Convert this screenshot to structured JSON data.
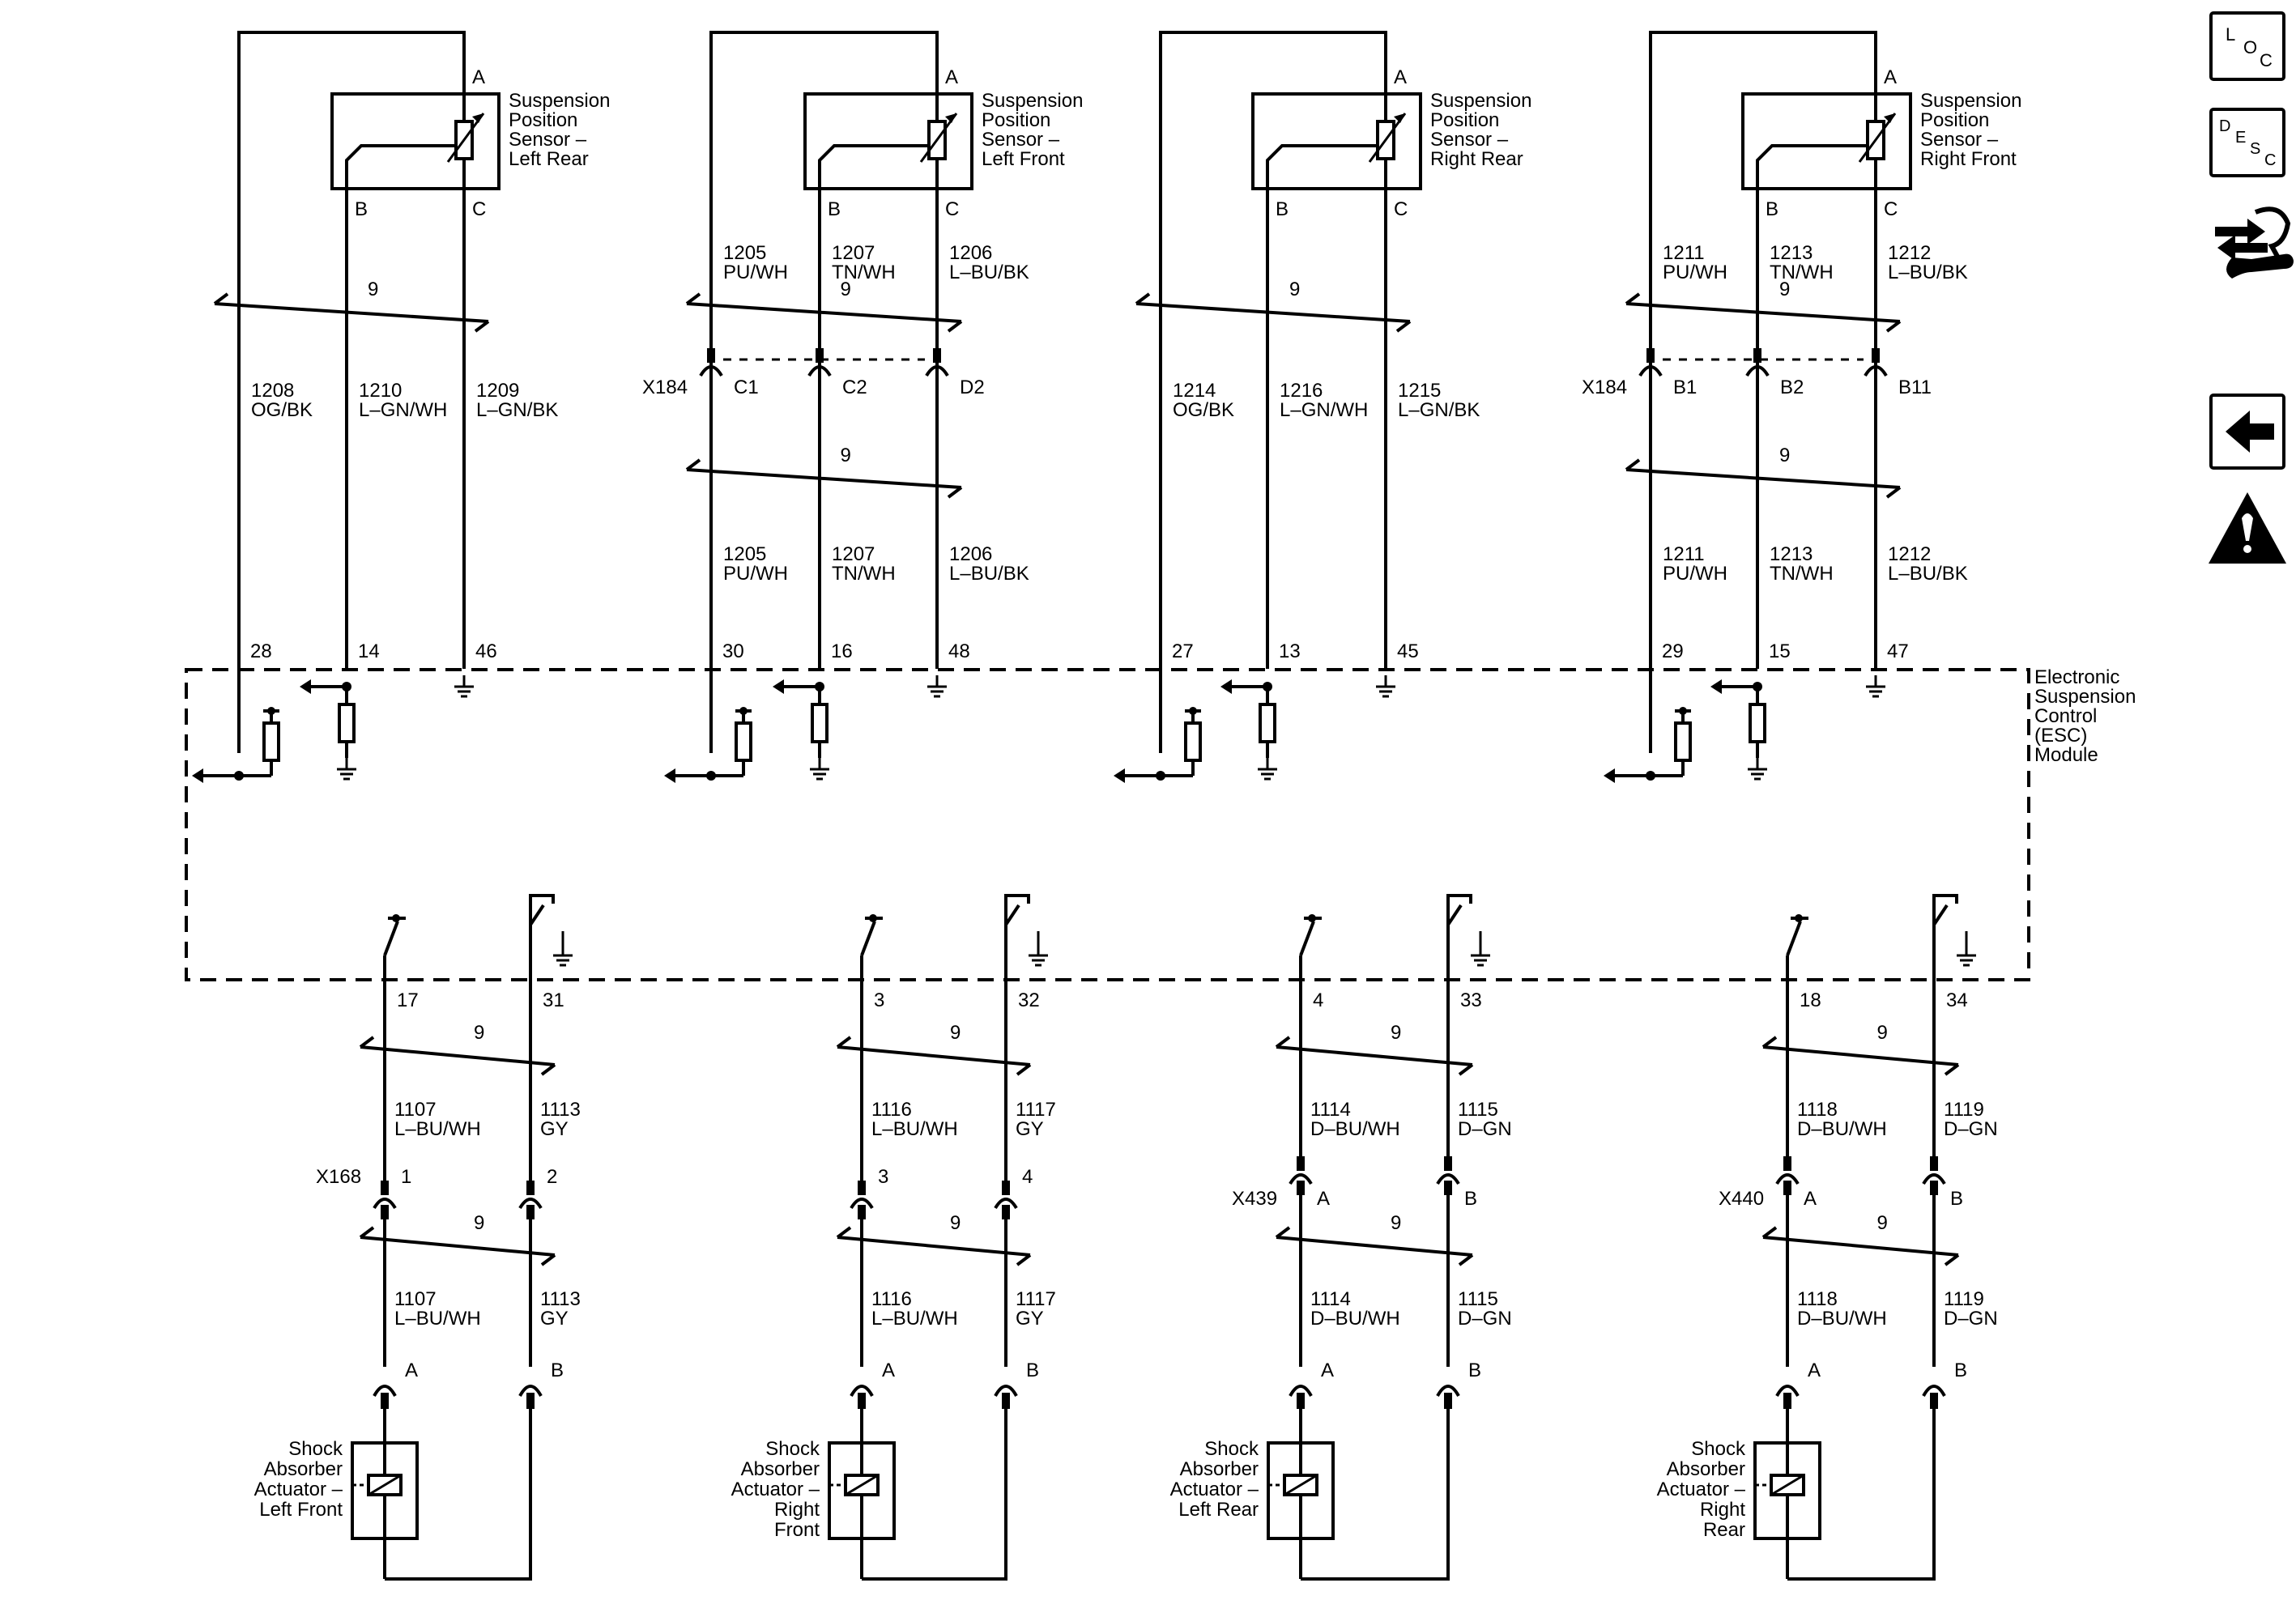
{
  "module": {
    "label": [
      "Electronic",
      "Suspension",
      "Control",
      "(ESC)",
      "Module"
    ]
  },
  "sensors": [
    {
      "name": [
        "Suspension",
        "Position",
        "Sensor –",
        "Left Rear"
      ],
      "pins": {
        "a": "A",
        "b": "B",
        "c": "C"
      },
      "bundle": "9",
      "has_connector": false,
      "wires_upper": [],
      "wires_main": [
        {
          "circuit": "1208",
          "color": "OG/BK"
        },
        {
          "circuit": "1210",
          "color": "L–GN/WH"
        },
        {
          "circuit": "1209",
          "color": "L–GN/BK"
        }
      ],
      "module_pins": [
        "28",
        "14",
        "46"
      ]
    },
    {
      "name": [
        "Suspension",
        "Position",
        "Sensor –",
        "Left Front"
      ],
      "pins": {
        "a": "A",
        "b": "B",
        "c": "C"
      },
      "bundle": "9",
      "has_connector": true,
      "connector": {
        "name": "X184",
        "pins": [
          "C1",
          "C2",
          "D2"
        ]
      },
      "wires_upper": [
        {
          "circuit": "1205",
          "color": "PU/WH"
        },
        {
          "circuit": "1207",
          "color": "TN/WH"
        },
        {
          "circuit": "1206",
          "color": "L–BU/BK"
        }
      ],
      "bundle_lower": "9",
      "wires_main": [
        {
          "circuit": "1205",
          "color": "PU/WH"
        },
        {
          "circuit": "1207",
          "color": "TN/WH"
        },
        {
          "circuit": "1206",
          "color": "L–BU/BK"
        }
      ],
      "module_pins": [
        "30",
        "16",
        "48"
      ]
    },
    {
      "name": [
        "Suspension",
        "Position",
        "Sensor –",
        "Right Rear"
      ],
      "pins": {
        "a": "A",
        "b": "B",
        "c": "C"
      },
      "bundle": "9",
      "has_connector": false,
      "wires_upper": [],
      "wires_main": [
        {
          "circuit": "1214",
          "color": "OG/BK"
        },
        {
          "circuit": "1216",
          "color": "L–GN/WH"
        },
        {
          "circuit": "1215",
          "color": "L–GN/BK"
        }
      ],
      "module_pins": [
        "27",
        "13",
        "45"
      ]
    },
    {
      "name": [
        "Suspension",
        "Position",
        "Sensor –",
        "Right Front"
      ],
      "pins": {
        "a": "A",
        "b": "B",
        "c": "C"
      },
      "bundle": "9",
      "has_connector": true,
      "connector": {
        "name": "X184",
        "pins": [
          "B1",
          "B2",
          "B11"
        ]
      },
      "wires_upper": [
        {
          "circuit": "1211",
          "color": "PU/WH"
        },
        {
          "circuit": "1213",
          "color": "TN/WH"
        },
        {
          "circuit": "1212",
          "color": "L–BU/BK"
        }
      ],
      "bundle_lower": "9",
      "wires_main": [
        {
          "circuit": "1211",
          "color": "PU/WH"
        },
        {
          "circuit": "1213",
          "color": "TN/WH"
        },
        {
          "circuit": "1212",
          "color": "L–BU/BK"
        }
      ],
      "module_pins": [
        "29",
        "15",
        "47"
      ]
    }
  ],
  "actuators": [
    {
      "name": [
        "Shock",
        "Absorber",
        "Actuator –",
        "Left Front"
      ],
      "module_pins": [
        "17",
        "31"
      ],
      "bundle_upper": "9",
      "bundle_lower": "9",
      "connector": {
        "name": "X168",
        "pins": [
          "1",
          "2"
        ],
        "show_name": true
      },
      "wires_upper": [
        {
          "circuit": "1107",
          "color": "L–BU/WH"
        },
        {
          "circuit": "1113",
          "color": "GY"
        }
      ],
      "wires_lower": [
        {
          "circuit": "1107",
          "color": "L–BU/WH"
        },
        {
          "circuit": "1113",
          "color": "GY"
        }
      ],
      "pins": [
        "A",
        "B"
      ]
    },
    {
      "name": [
        "Shock",
        "Absorber",
        "Actuator –",
        "Right",
        "Front"
      ],
      "module_pins": [
        "3",
        "32"
      ],
      "bundle_upper": "9",
      "bundle_lower": "9",
      "connector": {
        "name": "",
        "pins": [
          "3",
          "4"
        ],
        "show_name": false
      },
      "wires_upper": [
        {
          "circuit": "1116",
          "color": "L–BU/WH"
        },
        {
          "circuit": "1117",
          "color": "GY"
        }
      ],
      "wires_lower": [
        {
          "circuit": "1116",
          "color": "L–BU/WH"
        },
        {
          "circuit": "1117",
          "color": "GY"
        }
      ],
      "pins": [
        "A",
        "B"
      ]
    },
    {
      "name": [
        "Shock",
        "Absorber",
        "Actuator –",
        "Left Rear"
      ],
      "module_pins": [
        "4",
        "33"
      ],
      "bundle_upper": "9",
      "bundle_lower": "9",
      "connector": {
        "name": "X439",
        "pins": [
          "A",
          "B"
        ],
        "show_name": true
      },
      "wires_upper": [
        {
          "circuit": "1114",
          "color": "D–BU/WH"
        },
        {
          "circuit": "1115",
          "color": "D–GN"
        }
      ],
      "wires_lower": [
        {
          "circuit": "1114",
          "color": "D–BU/WH"
        },
        {
          "circuit": "1115",
          "color": "D–GN"
        }
      ],
      "pins": [
        "A",
        "B"
      ]
    },
    {
      "name": [
        "Shock",
        "Absorber",
        "Actuator –",
        "Right",
        "Rear"
      ],
      "module_pins": [
        "18",
        "34"
      ],
      "bundle_upper": "9",
      "bundle_lower": "9",
      "connector": {
        "name": "X440",
        "pins": [
          "A",
          "B"
        ],
        "show_name": true
      },
      "wires_upper": [
        {
          "circuit": "1118",
          "color": "D–BU/WH"
        },
        {
          "circuit": "1119",
          "color": "D–GN"
        }
      ],
      "wires_lower": [
        {
          "circuit": "1118",
          "color": "D–BU/WH"
        },
        {
          "circuit": "1119",
          "color": "D–GN"
        }
      ],
      "pins": [
        "A",
        "B"
      ]
    }
  ],
  "nav": {
    "loc": {
      "l": "L",
      "o": "O",
      "c": "C",
      "icon": "location-icon"
    },
    "desc": {
      "d": "D",
      "e": "E",
      "s": "S",
      "c": "C",
      "icon": "description-icon"
    },
    "diag_icon": "diagnostic-arrows-wrench-icon",
    "back_icon": "back-arrow-icon",
    "warning_icon": "warning-icon"
  },
  "colors": {
    "line": "#000000",
    "background": "#ffffff"
  }
}
